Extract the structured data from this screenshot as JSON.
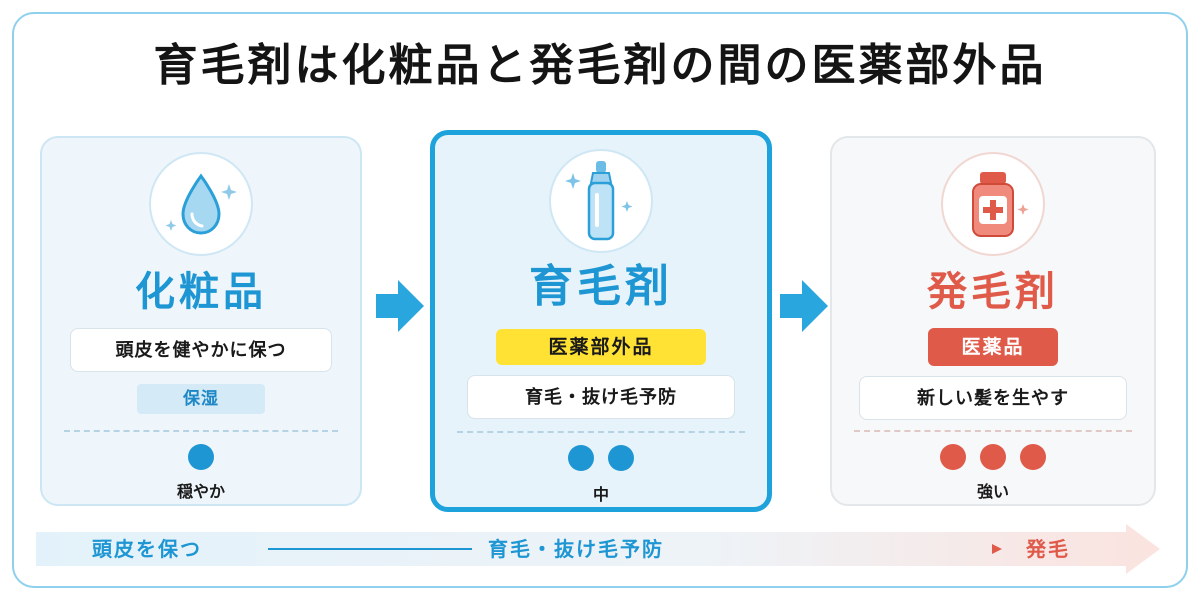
{
  "title": "育毛剤は化粧品と発毛剤の間の医薬部外品",
  "colors": {
    "accent_blue": "#1e96d3",
    "accent_red": "#e05a4a",
    "highlight_yellow": "#ffe234"
  },
  "cards": [
    {
      "name": "化粧品",
      "icon": "water-drop-icon",
      "description": "頭皮を健やかに保つ",
      "sub_label": "保湿",
      "strength_level": 1,
      "strength_label": "穏やか"
    },
    {
      "name": "育毛剤",
      "icon": "bottle-icon",
      "category": "医薬部外品",
      "description": "育毛・抜け毛予防",
      "strength_level": 2,
      "strength_label": "中",
      "highlighted": true
    },
    {
      "name": "発毛剤",
      "icon": "medicine-bottle-icon",
      "category": "医薬品",
      "description": "新しい髪を生やす",
      "strength_level": 3,
      "strength_label": "強い"
    }
  ],
  "flow_arrows": [
    "arrow-right-icon",
    "arrow-right-icon"
  ],
  "bottom_scale": [
    "頭皮を保つ",
    "育毛・抜け毛予防",
    "発毛"
  ]
}
